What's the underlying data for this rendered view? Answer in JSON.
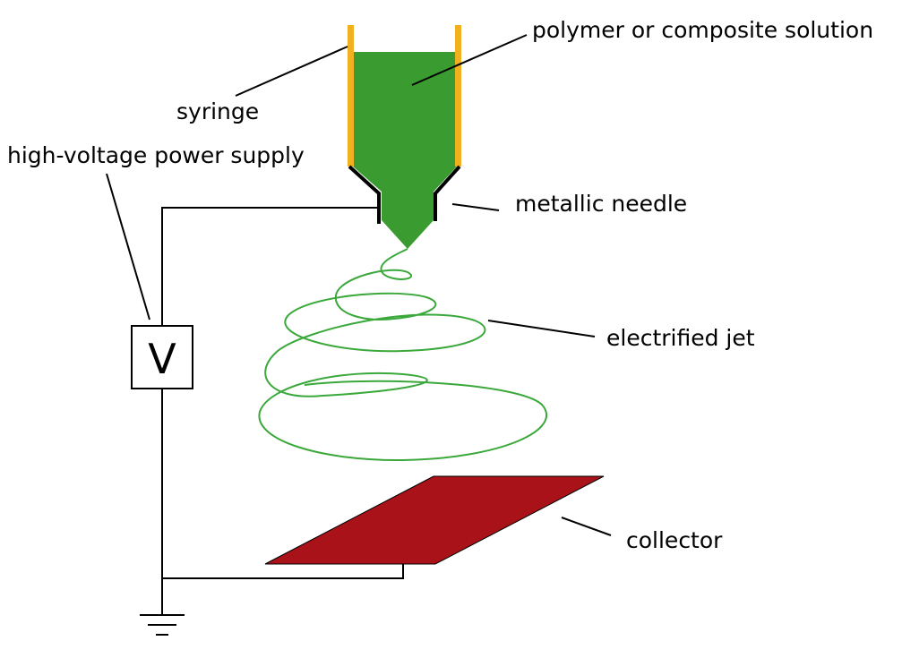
{
  "labels": {
    "solution": "polymer or composite solution",
    "syringe": "syringe",
    "power_supply": "high-voltage power supply",
    "needle": "metallic needle",
    "jet": "electrified jet",
    "collector": "collector"
  },
  "voltmeter_symbol": "V",
  "colors": {
    "solution": "#3a9b30",
    "syringe_wall": "#f0b020",
    "jet": "#3aa83a",
    "collector": "#a81218",
    "wire": "#000000",
    "background": "#ffffff"
  }
}
